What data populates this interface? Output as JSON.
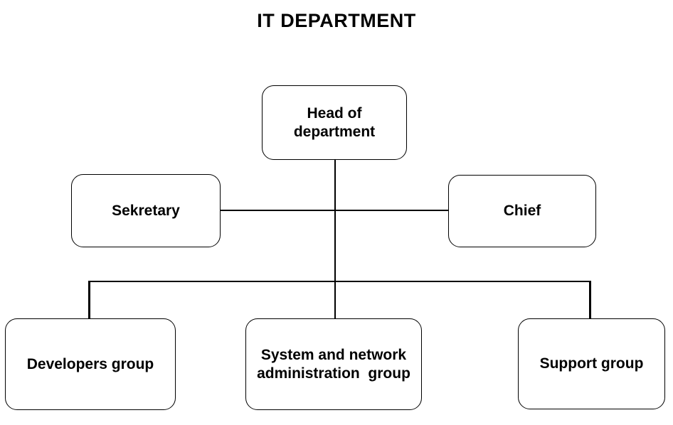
{
  "title": "IT DEPARTMENT",
  "nodes": {
    "head": {
      "label": "Head of\ndepartment"
    },
    "sekretary": {
      "label": "Sekretary"
    },
    "chief": {
      "label": "Chief"
    },
    "developers": {
      "label": "Developers group"
    },
    "sysadmin": {
      "label": "System and network\nadministration  group"
    },
    "support": {
      "label": "Support group"
    }
  },
  "colors": {
    "background": "#ffffff",
    "line": "#000000",
    "text": "#000000"
  }
}
